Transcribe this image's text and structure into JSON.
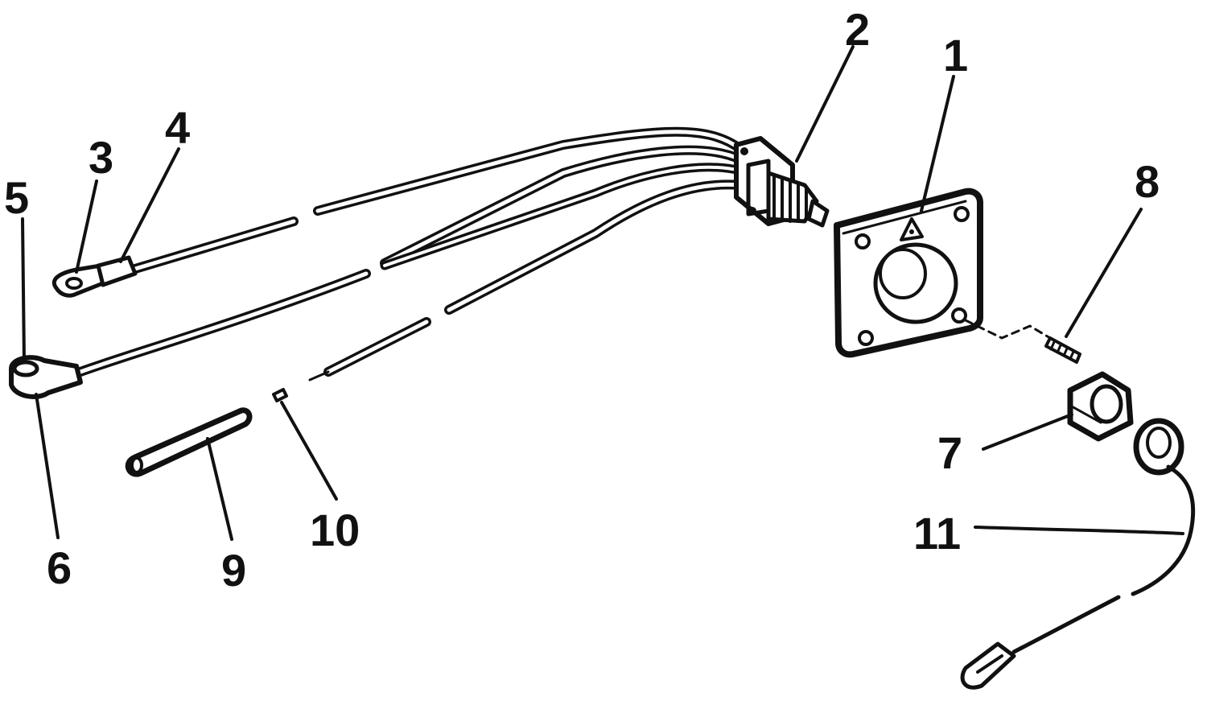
{
  "diagram": {
    "callouts": [
      {
        "id": "1",
        "label": "1"
      },
      {
        "id": "2",
        "label": "2"
      },
      {
        "id": "3",
        "label": "3"
      },
      {
        "id": "4",
        "label": "4"
      },
      {
        "id": "5",
        "label": "5"
      },
      {
        "id": "6",
        "label": "6"
      },
      {
        "id": "7",
        "label": "7"
      },
      {
        "id": "8",
        "label": "8"
      },
      {
        "id": "9",
        "label": "9"
      },
      {
        "id": "10",
        "label": "10"
      },
      {
        "id": "11",
        "label": "11"
      }
    ]
  },
  "colors": {
    "ink": "#111111",
    "paper": "#ffffff"
  }
}
